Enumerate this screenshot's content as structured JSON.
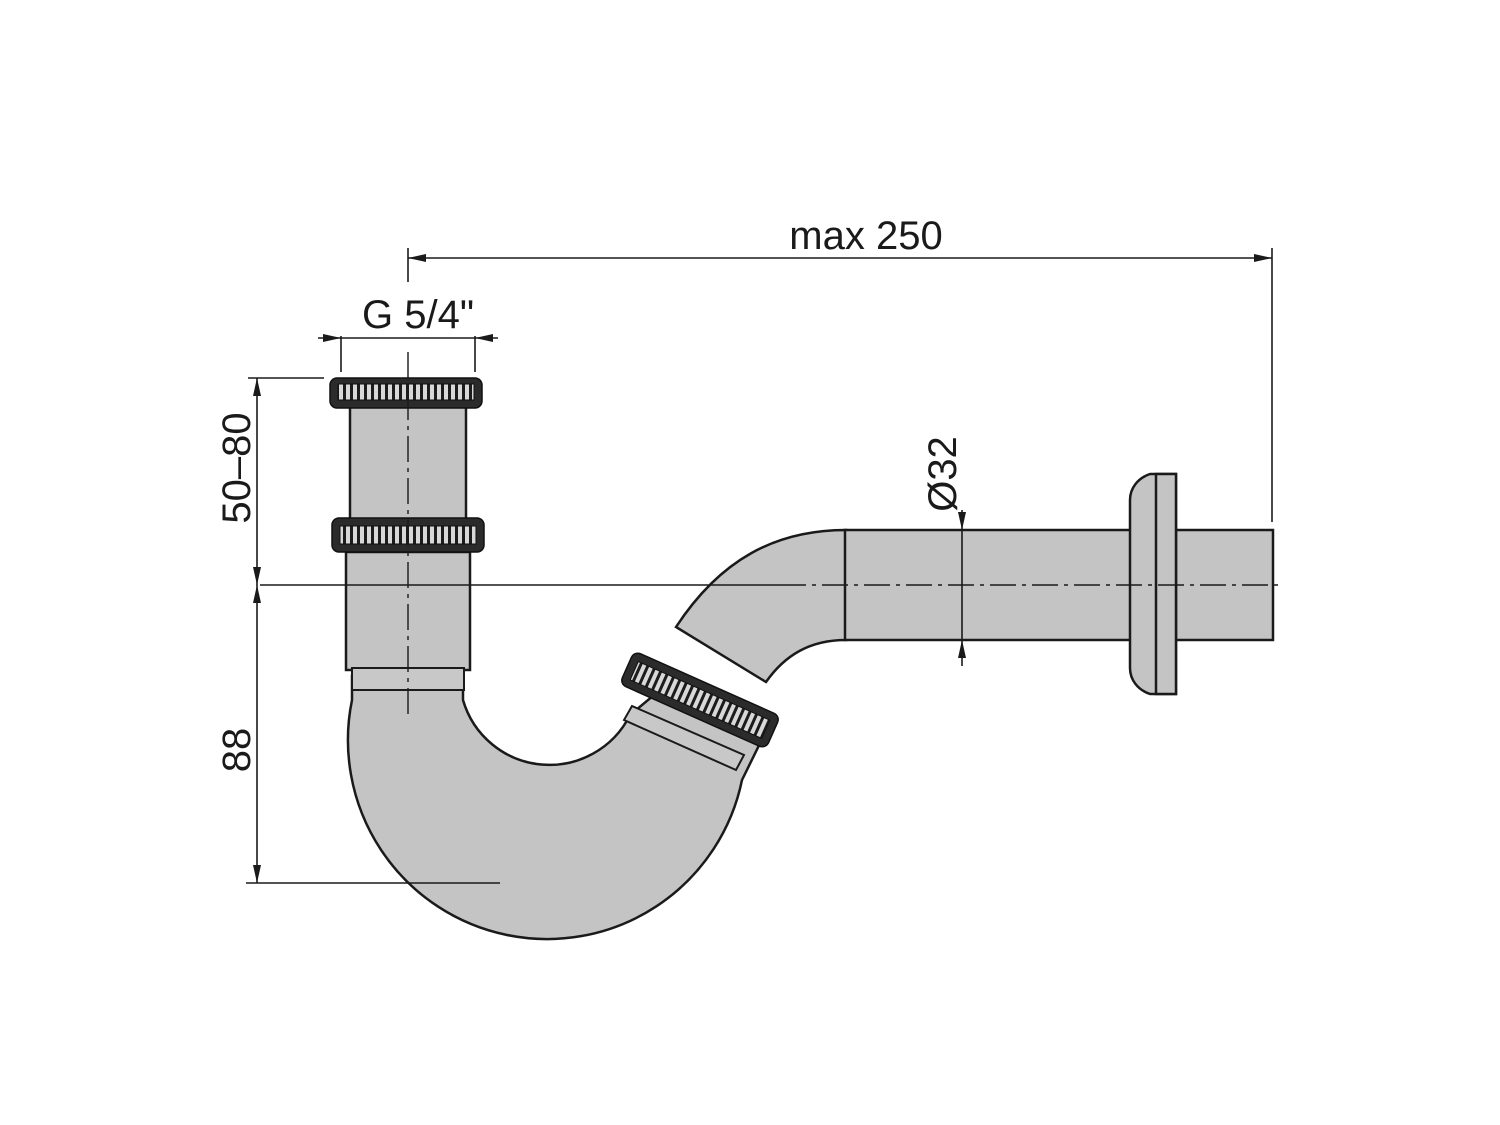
{
  "dimensions": {
    "max_length": "max 250",
    "thread": "G 5/4\"",
    "height_range": "50–80",
    "depth": "88",
    "diameter": "Ø32"
  },
  "colors": {
    "pipe_fill": "#c4c4c4",
    "outline": "#1a1a1a",
    "seal": "#2b2b2b"
  }
}
